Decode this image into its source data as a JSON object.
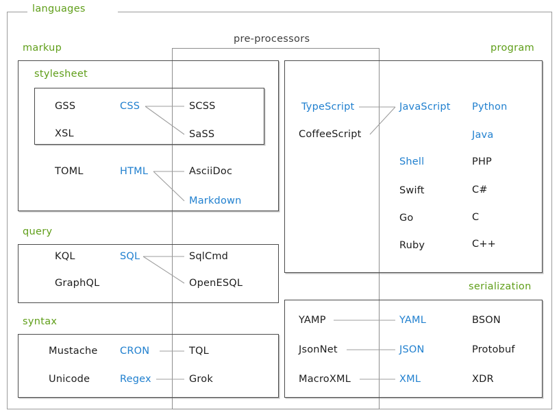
{
  "diagram": {
    "title": "languages",
    "colors": {
      "group_label": "#5f9e19",
      "highlight_item": "#2180cf",
      "normal_item": "#1c1c1c",
      "box_stroke": "#6e6e6e",
      "connector": "#9d9d9d",
      "background": "#ffffff"
    },
    "overlay_group": {
      "label": "pre-processors"
    },
    "groups": [
      {
        "key": "markup",
        "label": "markup"
      },
      {
        "key": "stylesheet",
        "label": "stylesheet"
      },
      {
        "key": "query",
        "label": "query"
      },
      {
        "key": "syntax",
        "label": "syntax"
      },
      {
        "key": "program",
        "label": "program"
      },
      {
        "key": "serialization",
        "label": "serialization"
      }
    ],
    "items": {
      "stylesheet": {
        "col1": [
          "GSS",
          "XSL"
        ],
        "col2": [
          "CSS"
        ],
        "col3": [
          "SCSS",
          "SaSS"
        ]
      },
      "markup": {
        "col1": [
          "TOML"
        ],
        "col2": [
          "HTML"
        ],
        "col3": [
          "AsciiDoc",
          "Markdown"
        ]
      },
      "query": {
        "col1": [
          "KQL",
          "GraphQL"
        ],
        "col2": [
          "SQL"
        ],
        "col3": [
          "SqlCmd",
          "OpenESQL"
        ]
      },
      "syntax": {
        "col1": [
          "Mustache",
          "Unicode"
        ],
        "col2": [
          "CRON",
          "Regex"
        ],
        "col3": [
          "TQL",
          "Grok"
        ]
      },
      "program": {
        "col1": [
          "TypeScript",
          "CoffeeScript"
        ],
        "col2": [
          "JavaScript",
          "Shell",
          "Swift",
          "Go",
          "Ruby"
        ],
        "col3": [
          "Python",
          "Java",
          "PHP",
          "C#",
          "C",
          "C++"
        ]
      },
      "serialization": {
        "col1": [
          "YAMP",
          "JsonNet",
          "MacroXML"
        ],
        "col2": [
          "YAML",
          "JSON",
          "XML"
        ],
        "col3": [
          "BSON",
          "Protobuf",
          "XDR"
        ]
      }
    },
    "blue_items": [
      "CSS",
      "HTML",
      "Markdown",
      "SQL",
      "CRON",
      "Regex",
      "TypeScript",
      "JavaScript",
      "Python",
      "Java",
      "Shell",
      "YAML",
      "JSON",
      "XML"
    ],
    "connections": [
      {
        "from": "CSS",
        "to": "SCSS"
      },
      {
        "from": "CSS",
        "to": "SaSS"
      },
      {
        "from": "HTML",
        "to": "AsciiDoc"
      },
      {
        "from": "HTML",
        "to": "Markdown"
      },
      {
        "from": "SQL",
        "to": "SqlCmd"
      },
      {
        "from": "SQL",
        "to": "OpenESQL"
      },
      {
        "from": "CRON",
        "to": "TQL"
      },
      {
        "from": "Regex",
        "to": "Grok"
      },
      {
        "from": "TypeScript",
        "to": "JavaScript"
      },
      {
        "from": "CoffeeScript",
        "to": "JavaScript"
      },
      {
        "from": "YAMP",
        "to": "YAML"
      },
      {
        "from": "JsonNet",
        "to": "JSON"
      },
      {
        "from": "MacroXML",
        "to": "XML"
      }
    ]
  }
}
